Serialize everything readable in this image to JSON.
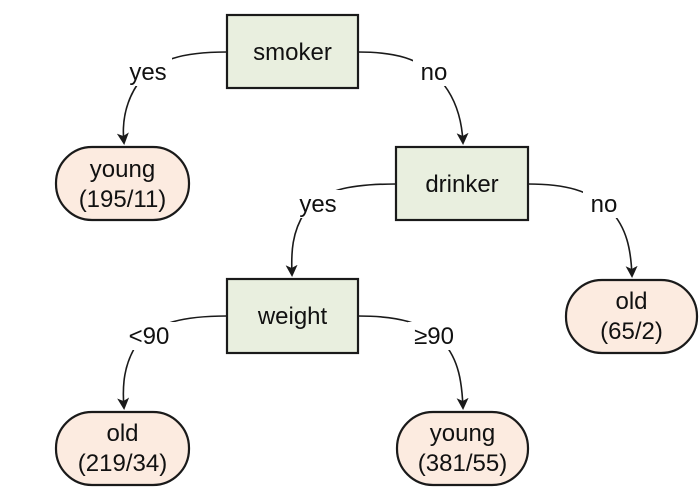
{
  "colors": {
    "decision_fill": "#e9efdf",
    "leaf_fill": "#fcebe0",
    "stroke": "#1a1a1a"
  },
  "nodes": {
    "smoker": {
      "label": "smoker"
    },
    "drinker": {
      "label": "drinker"
    },
    "weight": {
      "label": "weight"
    },
    "leaf_young_1": {
      "label": "young",
      "counts": "(195/11)"
    },
    "leaf_old_1": {
      "label": "old",
      "counts": "(65/2)"
    },
    "leaf_old_2": {
      "label": "old",
      "counts": "(219/34)"
    },
    "leaf_young_2": {
      "label": "young",
      "counts": "(381/55)"
    }
  },
  "edges": {
    "smoker_yes": "yes",
    "smoker_no": "no",
    "drinker_yes": "yes",
    "drinker_no": "no",
    "weight_lt": "<90",
    "weight_ge": "≥90"
  }
}
